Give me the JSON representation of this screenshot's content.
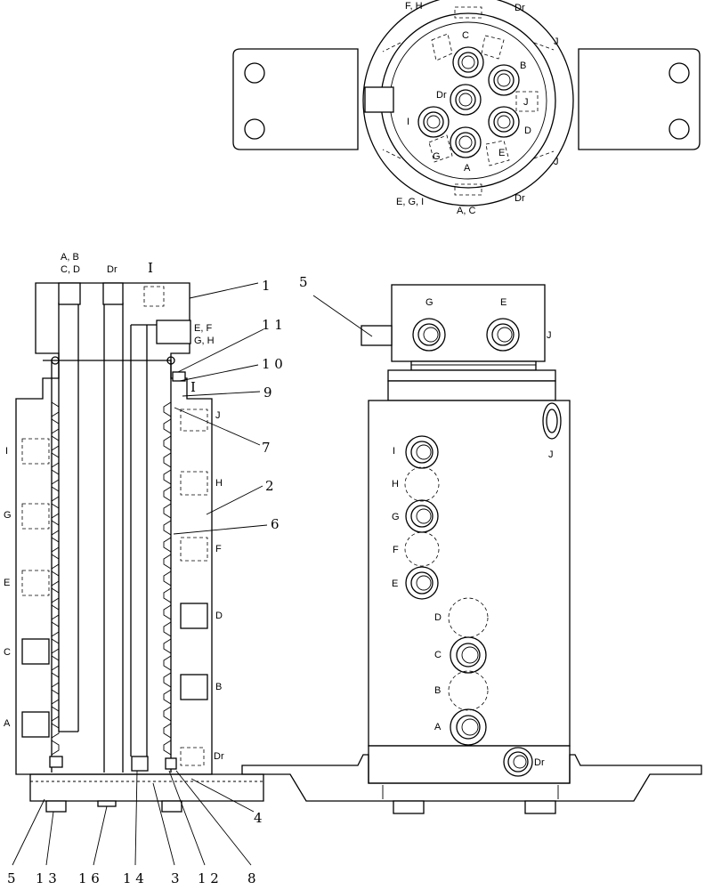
{
  "top_view": {
    "port_labels": {
      "C": "C",
      "B": "B",
      "Dr_center": "Dr",
      "I": "I",
      "D": "D",
      "A": "A",
      "G": "G",
      "E": "E",
      "J": "J"
    },
    "rim_labels": {
      "fh": "F, H",
      "dr_top": "Dr",
      "j_upper": "J",
      "j_lower": "J",
      "egi": "E, G, I",
      "ac": "A, C",
      "dr_bottom": "Dr"
    }
  },
  "section_view": {
    "top_labels": {
      "abcd_line1": "A, B",
      "abcd_line2": "C, D",
      "dr": "Dr",
      "roman_i": "I"
    },
    "side_ports_left": [
      "I",
      "G",
      "E",
      "C",
      "A"
    ],
    "side_ports_right": [
      "J",
      "H",
      "F",
      "D",
      "B",
      "Dr"
    ],
    "efgh_line1": "E, F",
    "efgh_line2": "G, H",
    "section_mark": "I",
    "callouts_right": [
      "1",
      "1 1",
      "1 0",
      "9",
      "7",
      "2",
      "6",
      "4"
    ],
    "callouts_bottom": [
      "5",
      "1 3",
      "1 6",
      "1 4",
      "3",
      "1 2",
      "8"
    ]
  },
  "front_view": {
    "callout_5": "5",
    "head_ports": [
      "G",
      "E",
      "J"
    ],
    "body_ports": [
      "J",
      "I",
      "H",
      "G",
      "F",
      "E",
      "D",
      "C",
      "B",
      "A",
      "Dr"
    ]
  }
}
